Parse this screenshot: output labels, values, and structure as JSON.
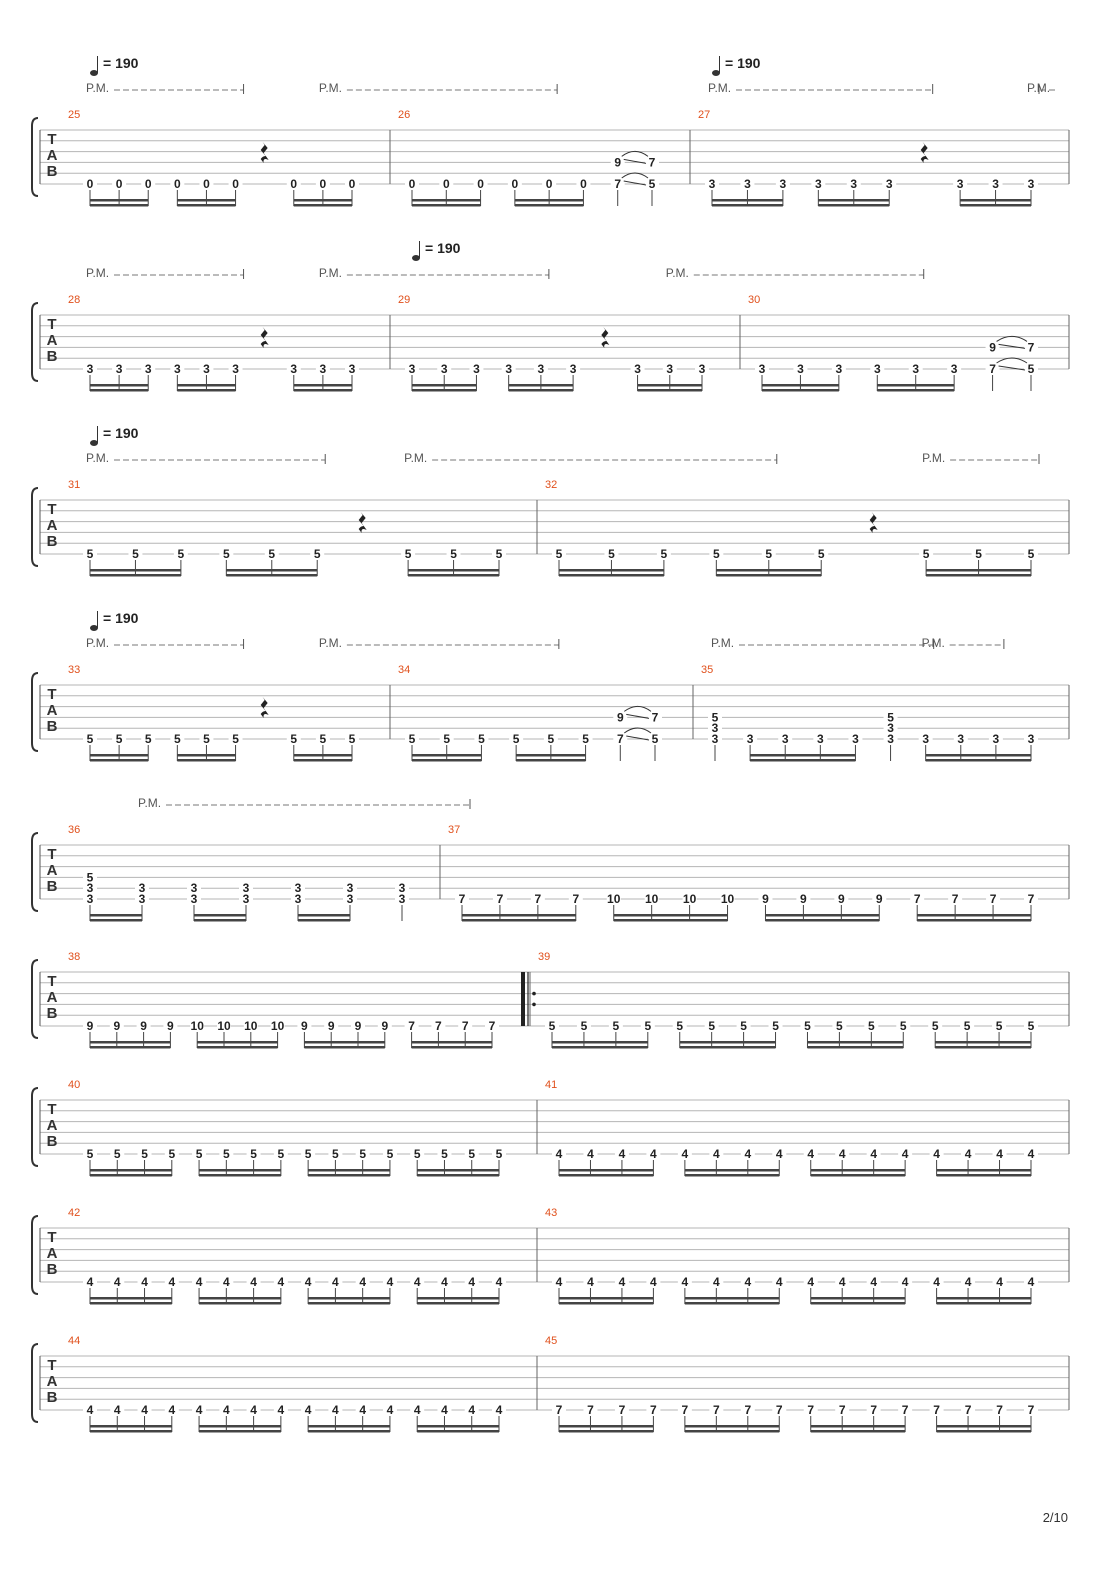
{
  "page": {
    "number": "2/10"
  },
  "labels": {
    "tab": [
      "T",
      "A",
      "B"
    ],
    "palm_mute": "P.M.",
    "tempo_value": "= 190"
  },
  "systems": [
    {
      "tempos": [
        0,
        2
      ],
      "pm": [
        [
          0,
          5
        ],
        [
          8,
          14
        ],
        [
          18,
          24
        ],
        [
          33,
          34
        ]
      ],
      "measures": [
        {
          "number": "25",
          "beats": [
            [
              "0"
            ],
            [
              "0"
            ],
            [
              "0"
            ],
            [
              "0"
            ],
            [
              "0"
            ],
            [
              "0"
            ],
            "R",
            [
              "0"
            ],
            [
              "0"
            ],
            [
              "0"
            ]
          ]
        },
        {
          "number": "26",
          "beats": [
            [
              "0"
            ],
            [
              "0"
            ],
            [
              "0"
            ],
            [
              "0"
            ],
            [
              "0"
            ],
            [
              "0"
            ],
            [
              "9",
              "7"
            ],
            [
              "7",
              "5"
            ]
          ],
          "slides": true
        },
        {
          "number": "27",
          "beats": [
            [
              "3"
            ],
            [
              "3"
            ],
            [
              "3"
            ],
            [
              "3"
            ],
            [
              "3"
            ],
            [
              "3"
            ],
            "R",
            [
              "3"
            ],
            [
              "3"
            ],
            [
              "3"
            ]
          ]
        }
      ]
    },
    {
      "tempos": [
        1
      ],
      "pm": [
        [
          0,
          5
        ],
        [
          8,
          14
        ],
        [
          18,
          24
        ]
      ],
      "measures": [
        {
          "number": "28",
          "beats": [
            [
              "3"
            ],
            [
              "3"
            ],
            [
              "3"
            ],
            [
              "3"
            ],
            [
              "3"
            ],
            [
              "3"
            ],
            "R",
            [
              "3"
            ],
            [
              "3"
            ],
            [
              "3"
            ]
          ]
        },
        {
          "number": "29",
          "beats": [
            [
              "3"
            ],
            [
              "3"
            ],
            [
              "3"
            ],
            [
              "3"
            ],
            [
              "3"
            ],
            [
              "3"
            ],
            "R",
            [
              "3"
            ],
            [
              "3"
            ],
            [
              "3"
            ]
          ]
        },
        {
          "number": "30",
          "beats": [
            [
              "3"
            ],
            [
              "3"
            ],
            [
              "3"
            ],
            [
              "3"
            ],
            [
              "3"
            ],
            [
              "3"
            ],
            [
              "9",
              "7"
            ],
            [
              "7",
              "5"
            ]
          ],
          "slides": true
        }
      ]
    },
    {
      "tempos": [
        0
      ],
      "pm": [
        [
          0,
          5
        ],
        [
          7,
          14
        ],
        [
          17,
          19
        ]
      ],
      "measures": [
        {
          "number": "31",
          "beats": [
            [
              "5"
            ],
            [
              "5"
            ],
            [
              "5"
            ],
            [
              "5"
            ],
            [
              "5"
            ],
            [
              "5"
            ],
            "R",
            [
              "5"
            ],
            [
              "5"
            ],
            [
              "5"
            ]
          ]
        },
        {
          "number": "32",
          "beats": [
            [
              "5"
            ],
            [
              "5"
            ],
            [
              "5"
            ],
            [
              "5"
            ],
            [
              "5"
            ],
            [
              "5"
            ],
            "R",
            [
              "5"
            ],
            [
              "5"
            ],
            [
              "5"
            ]
          ]
        }
      ]
    },
    {
      "tempos": [
        0
      ],
      "pm": [
        [
          0,
          5
        ],
        [
          8,
          14
        ],
        [
          18,
          24
        ],
        [
          24,
          26
        ]
      ],
      "measures": [
        {
          "number": "33",
          "beats": [
            [
              "5"
            ],
            [
              "5"
            ],
            [
              "5"
            ],
            [
              "5"
            ],
            [
              "5"
            ],
            [
              "5"
            ],
            "R",
            [
              "5"
            ],
            [
              "5"
            ],
            [
              "5"
            ]
          ]
        },
        {
          "number": "34",
          "beats": [
            [
              "5"
            ],
            [
              "5"
            ],
            [
              "5"
            ],
            [
              "5"
            ],
            [
              "5"
            ],
            [
              "5"
            ],
            [
              "9",
              "7"
            ],
            [
              "7",
              "5"
            ]
          ],
          "slides": true
        },
        {
          "number": "35",
          "beats": [
            [
              "5",
              "3",
              "3"
            ],
            [
              "3"
            ],
            [
              "3"
            ],
            [
              "3"
            ],
            [
              "3"
            ],
            [
              "5",
              "3",
              "3"
            ],
            [
              "3"
            ],
            [
              "3"
            ],
            [
              "3"
            ],
            [
              "3"
            ]
          ]
        }
      ]
    },
    {
      "tempos": [],
      "pm": [
        [
          1,
          7
        ]
      ],
      "measures": [
        {
          "number": "36",
          "beats": [
            [
              "5",
              "3",
              "3"
            ],
            [
              "3",
              "3"
            ],
            [
              "3",
              "3"
            ],
            [
              "3",
              "3"
            ],
            [
              "3",
              "3"
            ],
            [
              "3",
              "3"
            ],
            [
              "3",
              "3"
            ]
          ]
        },
        {
          "number": "37",
          "beats": [
            [
              "7"
            ],
            [
              "7"
            ],
            [
              "7"
            ],
            [
              "7"
            ],
            [
              "10"
            ],
            [
              "10"
            ],
            [
              "10"
            ],
            [
              "10"
            ],
            [
              "9"
            ],
            [
              "9"
            ],
            [
              "9"
            ],
            [
              "9"
            ],
            [
              "7"
            ],
            [
              "7"
            ],
            [
              "7"
            ],
            [
              "7"
            ]
          ]
        }
      ]
    },
    {
      "tempos": [],
      "pm": [],
      "measures": [
        {
          "number": "38",
          "beats": [
            [
              "9"
            ],
            [
              "9"
            ],
            [
              "9"
            ],
            [
              "9"
            ],
            [
              "10"
            ],
            [
              "10"
            ],
            [
              "10"
            ],
            [
              "10"
            ],
            [
              "9"
            ],
            [
              "9"
            ],
            [
              "9"
            ],
            [
              "9"
            ],
            [
              "7"
            ],
            [
              "7"
            ],
            [
              "7"
            ],
            [
              "7"
            ]
          ]
        },
        {
          "number": "39",
          "repeat_start": true,
          "beats": [
            [
              "5"
            ],
            [
              "5"
            ],
            [
              "5"
            ],
            [
              "5"
            ],
            [
              "5"
            ],
            [
              "5"
            ],
            [
              "5"
            ],
            [
              "5"
            ],
            [
              "5"
            ],
            [
              "5"
            ],
            [
              "5"
            ],
            [
              "5"
            ],
            [
              "5"
            ],
            [
              "5"
            ],
            [
              "5"
            ],
            [
              "5"
            ]
          ]
        }
      ]
    },
    {
      "tempos": [],
      "pm": [],
      "measures": [
        {
          "number": "40",
          "beats": [
            [
              "5"
            ],
            [
              "5"
            ],
            [
              "5"
            ],
            [
              "5"
            ],
            [
              "5"
            ],
            [
              "5"
            ],
            [
              "5"
            ],
            [
              "5"
            ],
            [
              "5"
            ],
            [
              "5"
            ],
            [
              "5"
            ],
            [
              "5"
            ],
            [
              "5"
            ],
            [
              "5"
            ],
            [
              "5"
            ],
            [
              "5"
            ]
          ]
        },
        {
          "number": "41",
          "beats": [
            [
              "4"
            ],
            [
              "4"
            ],
            [
              "4"
            ],
            [
              "4"
            ],
            [
              "4"
            ],
            [
              "4"
            ],
            [
              "4"
            ],
            [
              "4"
            ],
            [
              "4"
            ],
            [
              "4"
            ],
            [
              "4"
            ],
            [
              "4"
            ],
            [
              "4"
            ],
            [
              "4"
            ],
            [
              "4"
            ],
            [
              "4"
            ]
          ]
        }
      ]
    },
    {
      "tempos": [],
      "pm": [],
      "measures": [
        {
          "number": "42",
          "beats": [
            [
              "4"
            ],
            [
              "4"
            ],
            [
              "4"
            ],
            [
              "4"
            ],
            [
              "4"
            ],
            [
              "4"
            ],
            [
              "4"
            ],
            [
              "4"
            ],
            [
              "4"
            ],
            [
              "4"
            ],
            [
              "4"
            ],
            [
              "4"
            ],
            [
              "4"
            ],
            [
              "4"
            ],
            [
              "4"
            ],
            [
              "4"
            ]
          ]
        },
        {
          "number": "43",
          "beats": [
            [
              "4"
            ],
            [
              "4"
            ],
            [
              "4"
            ],
            [
              "4"
            ],
            [
              "4"
            ],
            [
              "4"
            ],
            [
              "4"
            ],
            [
              "4"
            ],
            [
              "4"
            ],
            [
              "4"
            ],
            [
              "4"
            ],
            [
              "4"
            ],
            [
              "4"
            ],
            [
              "4"
            ],
            [
              "4"
            ],
            [
              "4"
            ]
          ]
        }
      ]
    },
    {
      "tempos": [],
      "pm": [],
      "measures": [
        {
          "number": "44",
          "beats": [
            [
              "4"
            ],
            [
              "4"
            ],
            [
              "4"
            ],
            [
              "4"
            ],
            [
              "4"
            ],
            [
              "4"
            ],
            [
              "4"
            ],
            [
              "4"
            ],
            [
              "4"
            ],
            [
              "4"
            ],
            [
              "4"
            ],
            [
              "4"
            ],
            [
              "4"
            ],
            [
              "4"
            ],
            [
              "4"
            ],
            [
              "4"
            ]
          ]
        },
        {
          "number": "45",
          "beats": [
            [
              "7"
            ],
            [
              "7"
            ],
            [
              "7"
            ],
            [
              "7"
            ],
            [
              "7"
            ],
            [
              "7"
            ],
            [
              "7"
            ],
            [
              "7"
            ],
            [
              "7"
            ],
            [
              "7"
            ],
            [
              "7"
            ],
            [
              "7"
            ],
            [
              "7"
            ],
            [
              "7"
            ],
            [
              "7"
            ],
            [
              "7"
            ]
          ]
        }
      ]
    }
  ]
}
